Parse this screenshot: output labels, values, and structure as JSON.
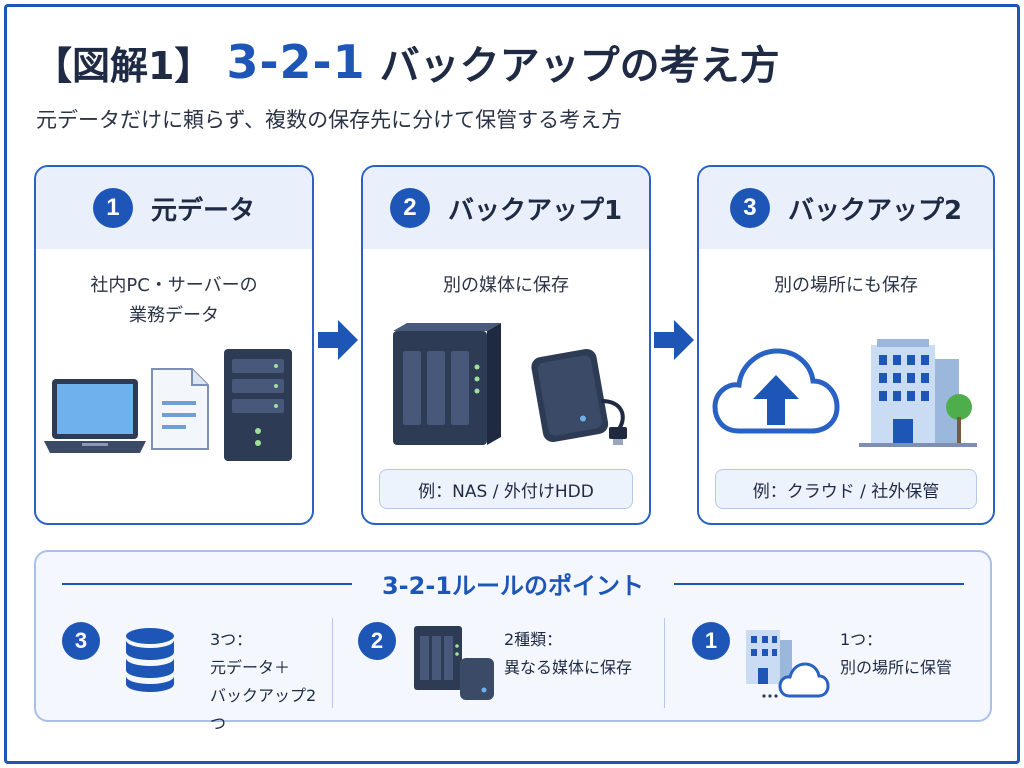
{
  "title": {
    "bracket": "【図解1】",
    "highlight": "3-2-1",
    "rest": "バックアップの考え方"
  },
  "subtitle": "元データだけに頼らず、複数の保存先に分けて保管する考え方",
  "cards": [
    {
      "badge": "1",
      "title": "元データ",
      "desc": "社内PC・サーバーの\n業務データ",
      "example": ""
    },
    {
      "badge": "2",
      "title": "バックアップ1",
      "desc": "別の媒体に保存",
      "example": "例：NAS / 外付けHDD"
    },
    {
      "badge": "3",
      "title": "バックアップ2",
      "desc": "別の場所にも保存",
      "example": "例：クラウド / 社外保管"
    }
  ],
  "points": {
    "title": "3-2-1ルールのポイント",
    "items": [
      {
        "badge": "3",
        "text": "3つ：\n元データ＋\nバックアップ2つ"
      },
      {
        "badge": "2",
        "text": "2種類：\n異なる媒体に保存"
      },
      {
        "badge": "1",
        "text": "1つ：\n別の場所に保管"
      }
    ]
  },
  "colors": {
    "primary": "#1e56b8",
    "dark": "#2d3b55",
    "light": "#e9f0fb"
  }
}
